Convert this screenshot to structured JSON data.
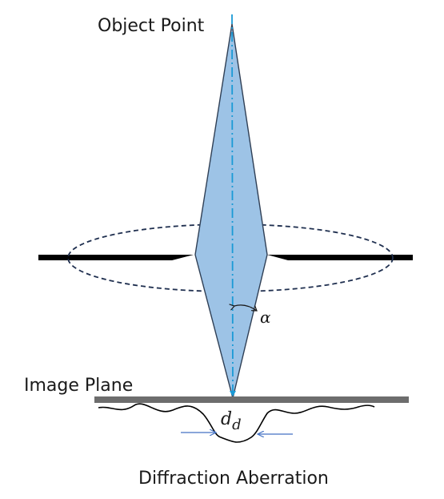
{
  "diagram": {
    "object_label": "Object Point",
    "image_plane_label": "Image Plane",
    "angle_label": "α",
    "spot_label_main": "d",
    "spot_label_sub": "d",
    "caption": "Diffraction Aberration"
  },
  "colors": {
    "beam_fill": "#9dc3e6",
    "beam_stroke": "#2f3f55",
    "axis": "#1a9ad6",
    "lens_plate": "#000000",
    "lens_ellipse": "#1f2f4f",
    "image_plane": "#6d6d6d",
    "arrow_blue": "#4472c4"
  }
}
